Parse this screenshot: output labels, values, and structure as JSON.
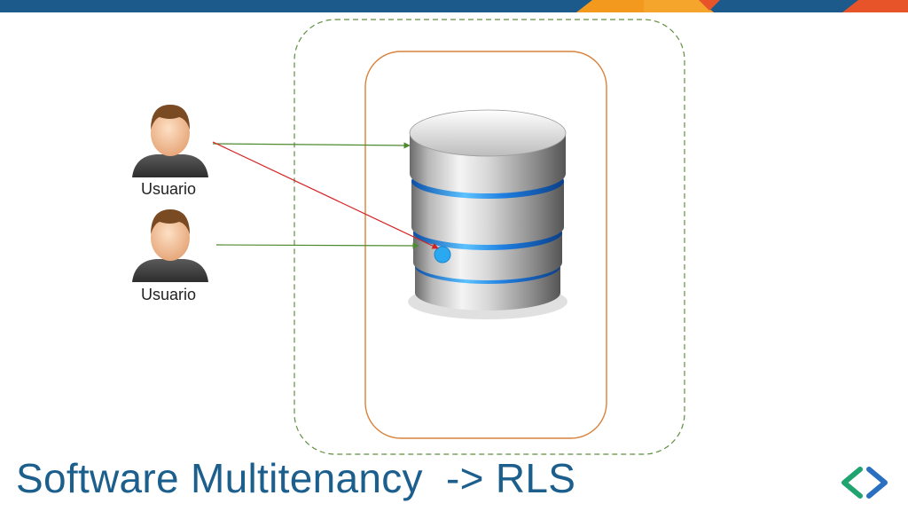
{
  "slide": {
    "title": "Software Multitenancy  -> RLS",
    "colors": {
      "top_bar_blue": "#1b5a8a",
      "top_bar_orange": "#f39a1e",
      "top_bar_red": "#e8542a",
      "title_text": "#1c5f8d",
      "outer_boundary": "#5f8f3f",
      "inner_boundary": "#d9823a",
      "arrow_green": "#4e8a2e",
      "arrow_red": "#d52020",
      "db_band": "#1f7fe0"
    }
  },
  "diagram": {
    "users": [
      {
        "label": "Usuario",
        "icon": "user-avatar-icon"
      },
      {
        "label": "Usuario",
        "icon": "user-avatar-icon"
      }
    ],
    "database_icon": "database-icon",
    "logo_icon": "chevron-brackets-logo-icon"
  }
}
